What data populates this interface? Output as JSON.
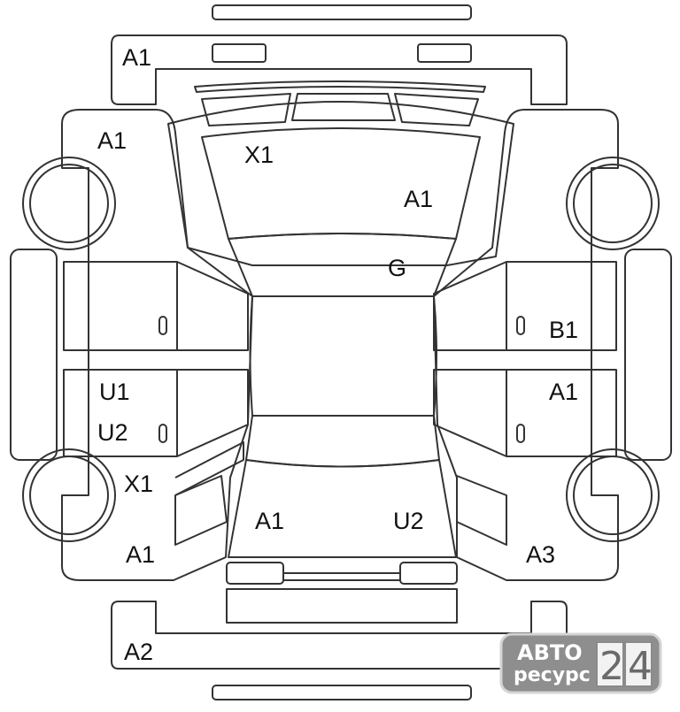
{
  "labels": {
    "roof": "X1",
    "roof_rear": "A1",
    "windshield": "G",
    "front_bumper": "A1",
    "front_fender_left": "A1",
    "front_door_left_upper": "U1",
    "front_door_left_lower": "U2",
    "rear_door_left": "B1",
    "rear_door_right": "A1",
    "rear_fender_left": "X1",
    "rear_quarter_left": "A1",
    "trunk_left": "A1",
    "trunk_right": "U2",
    "rear_quarter_right": "A3",
    "rear_bumper_left": "A2",
    "rear_bumper_right": "A2"
  },
  "watermark": {
    "line1": "АВТО",
    "line2": "ресурс",
    "digit1": "2",
    "digit2": "4"
  }
}
